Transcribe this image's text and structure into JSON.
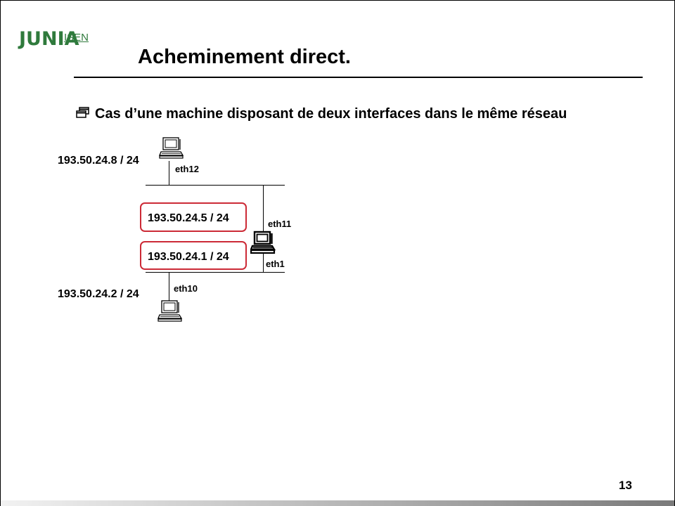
{
  "logo": {
    "main": "JUNIA",
    "sub": "ISEN"
  },
  "title": "Acheminement direct.",
  "bullet": {
    "icon": "window-bullet-icon",
    "text": "Cas d’une machine disposant de deux interfaces dans le même réseau"
  },
  "diagram": {
    "hosts": [
      {
        "ip": "193.50.24.8 / 24",
        "iface": "eth12"
      },
      {
        "ip": "193.50.24.2 / 24",
        "iface": "eth10"
      }
    ],
    "router": {
      "interfaces": [
        {
          "ip": "193.50.24.5 / 24",
          "iface": "eth11"
        },
        {
          "ip": "193.50.24.1 / 24",
          "iface": "eth1"
        }
      ]
    },
    "highlight_color": "#cc2a36"
  },
  "page_number": "13",
  "colors": {
    "logo": "#2f7a3c",
    "text": "#000000"
  }
}
